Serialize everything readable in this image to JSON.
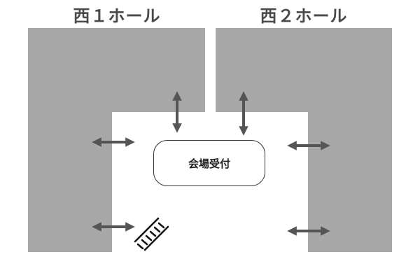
{
  "halls": {
    "west1": {
      "label": "西１ホール"
    },
    "west2": {
      "label": "西２ホール"
    }
  },
  "reception": {
    "label": "会場受付"
  },
  "colors": {
    "hall_fill": "#a8a8a8",
    "arrow": "#555555",
    "text": "#4a4a4a"
  },
  "icons": {
    "entrance_arrows": "double-arrow-icon",
    "stairs": "stairs-icon"
  }
}
